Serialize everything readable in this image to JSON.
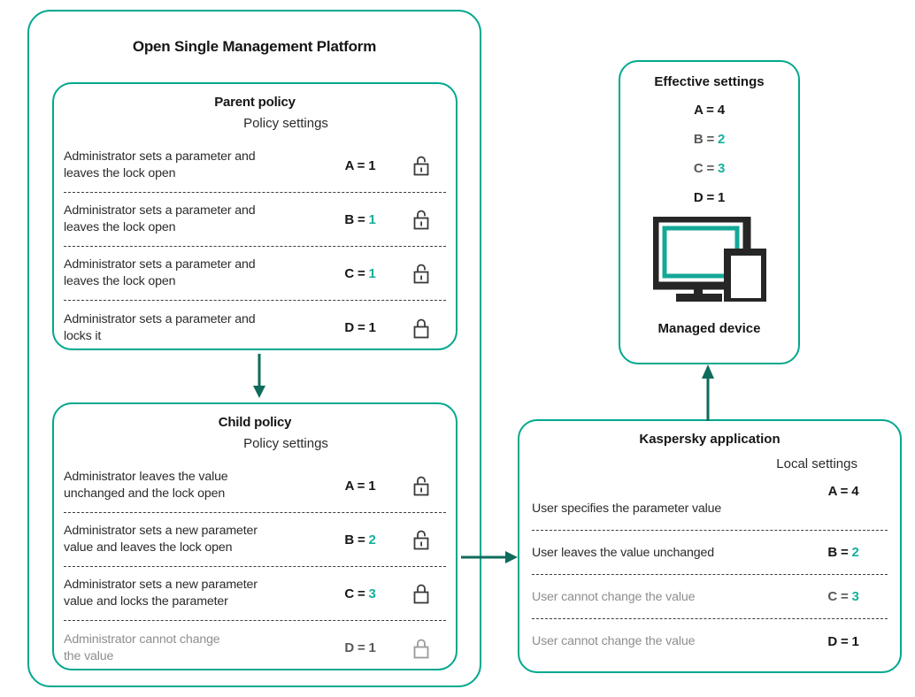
{
  "theme": {
    "accent": "#00a88e",
    "value_teal": "#14b09b",
    "text": "#2b2b2b",
    "muted": "#8e8e8e",
    "arrow": "#0f6b5c"
  },
  "osmp": {
    "title": "Open Single Management Platform",
    "parent_policy": {
      "title": "Parent policy",
      "column_header": "Policy settings",
      "rows": [
        {
          "desc": "Administrator sets a parameter and\nleaves the lock open",
          "key": "A = ",
          "value": "1",
          "value_teal": false,
          "lock": "lock-open-icon",
          "dim": false
        },
        {
          "desc": "Administrator sets a parameter and\nleaves the lock open",
          "key": "B = ",
          "value": "1",
          "value_teal": true,
          "lock": "lock-open-icon",
          "dim": false
        },
        {
          "desc": "Administrator sets a parameter and\nleaves the lock open",
          "key": "C = ",
          "value": "1",
          "value_teal": true,
          "lock": "lock-open-icon",
          "dim": false
        },
        {
          "desc": "Administrator sets a parameter and\nlocks it",
          "key": "D = ",
          "value": "1",
          "value_teal": false,
          "lock": "lock-closed-icon",
          "dim": false
        }
      ]
    },
    "child_policy": {
      "title": "Child policy",
      "column_header": "Policy settings",
      "rows": [
        {
          "desc": "Administrator leaves the value\nunchanged  and the lock open",
          "key": "A = ",
          "value": "1",
          "value_teal": false,
          "lock": "lock-open-icon",
          "dim": false
        },
        {
          "desc": "Administrator sets a new parameter\nvalue and leaves the lock open",
          "key": "B = ",
          "value": "2",
          "value_teal": true,
          "lock": "lock-open-icon",
          "dim": false
        },
        {
          "desc": "Administrator sets a new parameter\n value and locks the parameter",
          "key": "C = ",
          "value": "3",
          "value_teal": true,
          "lock": "lock-closed-icon",
          "dim": false
        },
        {
          "desc": "Administrator cannot change\nthe value",
          "key": "D = ",
          "value": "1",
          "value_teal": false,
          "lock": "lock-closed-dim-icon",
          "dim": true
        }
      ]
    }
  },
  "kaspersky": {
    "title": "Kaspersky application",
    "column_header": "Local settings",
    "rows": [
      {
        "desc": "User specifies the parameter value",
        "key": "A = ",
        "value": "4",
        "value_teal": false,
        "dim": false
      },
      {
        "desc": "User leaves the value unchanged",
        "key": "B = ",
        "value": "2",
        "value_teal": true,
        "dim": false
      },
      {
        "desc": "User cannot change the value",
        "key": "C = ",
        "value": "3",
        "value_teal": true,
        "dim": true
      },
      {
        "desc": "User cannot change the value",
        "key": "D = ",
        "value": "1",
        "value_teal": false,
        "dim": true
      }
    ]
  },
  "effective": {
    "title": "Effective settings",
    "values": [
      {
        "key": "A = ",
        "value": "4",
        "key_gray": false,
        "value_teal": false
      },
      {
        "key": "B = ",
        "value": "2",
        "key_gray": true,
        "value_teal": true
      },
      {
        "key": "C = ",
        "value": "3",
        "key_gray": true,
        "value_teal": true
      },
      {
        "key": "D = ",
        "value": "1",
        "key_gray": false,
        "value_teal": false
      }
    ],
    "device_icon": "monitor-and-phone-icon",
    "device_label": "Managed device"
  },
  "arrows": [
    {
      "name": "arrow-parent-to-child",
      "direction": "down"
    },
    {
      "name": "arrow-child-to-kaspersky",
      "direction": "right"
    },
    {
      "name": "arrow-kaspersky-to-device",
      "direction": "up"
    }
  ]
}
